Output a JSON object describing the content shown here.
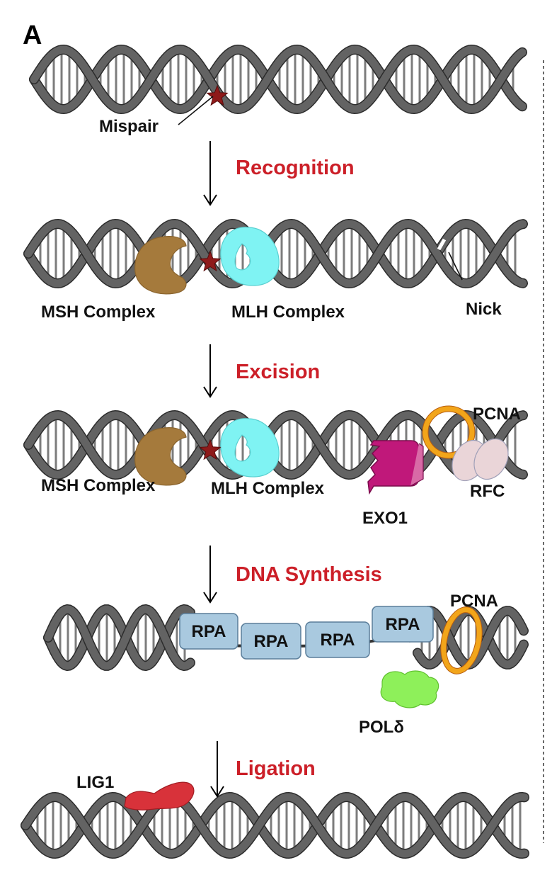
{
  "panel_label": "A",
  "steps": {
    "recognition": "Recognition",
    "excision": "Excision",
    "synthesis": "DNA Synthesis",
    "ligation": "Ligation"
  },
  "labels": {
    "mispair": "Mispair",
    "msh_1": "MSH Complex",
    "mlh_1": "MLH Complex",
    "nick": "Nick",
    "msh_2": "MSH Complex",
    "mlh_2": "MLH Complex",
    "pcna_1": "PCNA",
    "rfc": "RFC",
    "exo1": "EXO1",
    "pcna_2": "PCNA",
    "pol": "POLδ",
    "lig1": "LIG1"
  },
  "rpa_boxes": [
    "RPA",
    "RPA",
    "RPA",
    "RPA"
  ],
  "colors": {
    "step_text": "#cc1f28",
    "dna_strand": "#636363",
    "msh": "#a57a3c",
    "mlh": "#7ff3f3",
    "exo1": "#c0187a",
    "pcna": "#f2a51a",
    "rfc": "#ead5d8",
    "rpa": "#a9c9df",
    "pol": "#8ef05a",
    "lig1": "#d8323a",
    "mispair_star": "#8e1a1a"
  }
}
